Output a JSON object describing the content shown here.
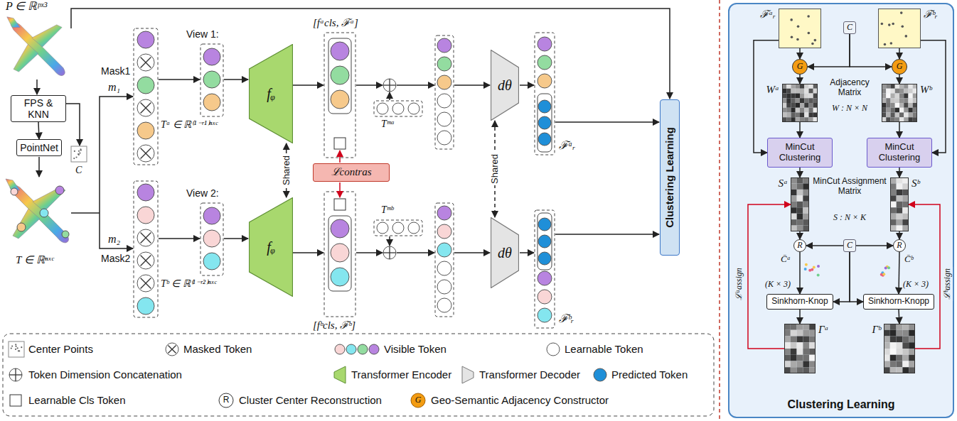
{
  "diagram": {
    "nodes": [
      {
        "text": [
          "FPS & KNN"
        ]
      },
      {
        "text": [
          "PointNet"
        ]
      },
      {
        "text": [
          "fᵩ"
        ]
      },
      {
        "text": [
          "fᵩ"
        ]
      },
      {
        "text": [
          "ℒcontras"
        ]
      },
      {
        "text": [
          "dθ"
        ]
      },
      {
        "text": [
          "dθ"
        ]
      },
      {
        "text": [
          "Clustering Learning"
        ]
      },
      {
        "text": [
          "Clustering Learning"
        ]
      },
      {
        "text": [
          "ℱᵃᵣ"
        ],
        "in": 8
      },
      {
        "text": [
          "ℱᵇᵣ"
        ],
        "in": 8
      },
      {
        "text": [
          "C"
        ],
        "in": 8
      },
      {
        "text": [
          "G"
        ],
        "in": 8
      },
      {
        "text": [
          "G"
        ],
        "in": 8
      },
      {
        "text": [
          "Wᵃ"
        ],
        "in": 8
      },
      {
        "text": [
          "Wᵇ"
        ],
        "in": 8
      },
      {
        "text": [
          "MinCut Clustering"
        ],
        "in": 8
      },
      {
        "text": [
          "MinCut Clustering"
        ],
        "in": 8
      },
      {
        "text": [
          "Sᵃ"
        ],
        "in": 8
      },
      {
        "text": [
          "Sᵇ"
        ],
        "in": 8
      },
      {
        "text": [
          "R"
        ],
        "in": 8
      },
      {
        "text": [
          "R"
        ],
        "in": 8
      },
      {
        "text": [
          "C"
        ],
        "in": 8
      },
      {
        "text": [
          "Sinkhorn-Knop"
        ],
        "in": 8
      },
      {
        "text": [
          "Sinkhorn-Knopp"
        ],
        "in": 8
      },
      {
        "text": [
          "Γᵃ"
        ],
        "in": 8
      },
      {
        "text": [
          "Γᵇ"
        ],
        "in": 8
      }
    ],
    "edges": [
      {
        "from": 0,
        "to": 1,
        "arrow": "to"
      },
      {
        "from": 2,
        "to": 3,
        "label": "Shared",
        "arrow": "both"
      },
      {
        "from": 5,
        "to": 6,
        "label": "Shared",
        "arrow": "both"
      },
      {
        "from": 9,
        "to": 12,
        "arrow": "to"
      },
      {
        "from": 10,
        "to": 13,
        "arrow": "to"
      },
      {
        "from": 11,
        "to": 12,
        "arrow": "to"
      },
      {
        "from": 11,
        "to": 13,
        "arrow": "to"
      },
      {
        "from": 12,
        "to": 14,
        "arrow": "to"
      },
      {
        "from": 13,
        "to": 15,
        "arrow": "to"
      },
      {
        "from": 9,
        "to": 16,
        "arrow": "to"
      },
      {
        "from": 10,
        "to": 17,
        "arrow": "to"
      },
      {
        "from": 14,
        "to": 16,
        "arrow": "to"
      },
      {
        "from": 15,
        "to": 17,
        "arrow": "to"
      },
      {
        "from": 16,
        "to": 18,
        "arrow": "to"
      },
      {
        "from": 17,
        "to": 19,
        "arrow": "to"
      },
      {
        "from": 18,
        "to": 20,
        "arrow": "to"
      },
      {
        "from": 19,
        "to": 21,
        "arrow": "to"
      },
      {
        "from": 22,
        "to": 20,
        "arrow": "to"
      },
      {
        "from": 22,
        "to": 21,
        "arrow": "to"
      },
      {
        "from": 20,
        "to": 23,
        "arrow": "to"
      },
      {
        "from": 21,
        "to": 24,
        "arrow": "to"
      },
      {
        "from": 22,
        "to": 23,
        "arrow": "to"
      },
      {
        "from": 22,
        "to": 24,
        "arrow": "to"
      },
      {
        "from": 23,
        "to": 25,
        "arrow": "to"
      },
      {
        "from": 24,
        "to": 26,
        "arrow": "to"
      },
      {
        "from": 25,
        "to": 18,
        "label": "ℒᵃassign",
        "arrow": "to"
      },
      {
        "from": 26,
        "to": 19,
        "label": "ℒᵇassign",
        "arrow": "to"
      }
    ],
    "labels": [
      "P ∈ ℝᵖˣ³",
      "Mask1",
      "m₁",
      "View 1:",
      "Tᵃ ∈ ℝ⁽¹⁻ʳ¹⁾ⁿˣᶜ",
      "[fᵃcls, ℱᵃ]",
      "Tᵐᵃ",
      "ℱᵃᵣ",
      "C",
      "T ∈ ℝⁿˣᶜ",
      "m₂",
      "Mask2",
      "View 2:",
      "Tᵇ ∈ ℝ⁽¹⁻ʳ²⁾ⁿˣᶜ",
      "[fᵇcls, ℱᵇ]",
      "Tᵐᵇ",
      "ℱᵇᵣ",
      "Adjacency Matrix",
      "W : N × N",
      "MinCut Assignment Matrix",
      "S : N × K",
      "C̄ᵃ",
      "(K × 3)",
      "C̄ᵇ",
      "(K × 3)",
      "R",
      "G"
    ],
    "legend": [
      {
        "text": "Center Points"
      },
      {
        "text": "Masked Token"
      },
      {
        "text": "Visible Token"
      },
      {
        "text": "Learnable Token"
      },
      {
        "text": "Token Dimension Concatenation"
      },
      {
        "text": "Transformer Encoder"
      },
      {
        "text": "Transformer Decoder"
      },
      {
        "text": "Predicted Token"
      },
      {
        "text": "Learnable Cls Token"
      },
      {
        "text": "Cluster Center Reconstruction"
      },
      {
        "text": "Geo-Semantic Adjacency Constructor"
      }
    ]
  }
}
